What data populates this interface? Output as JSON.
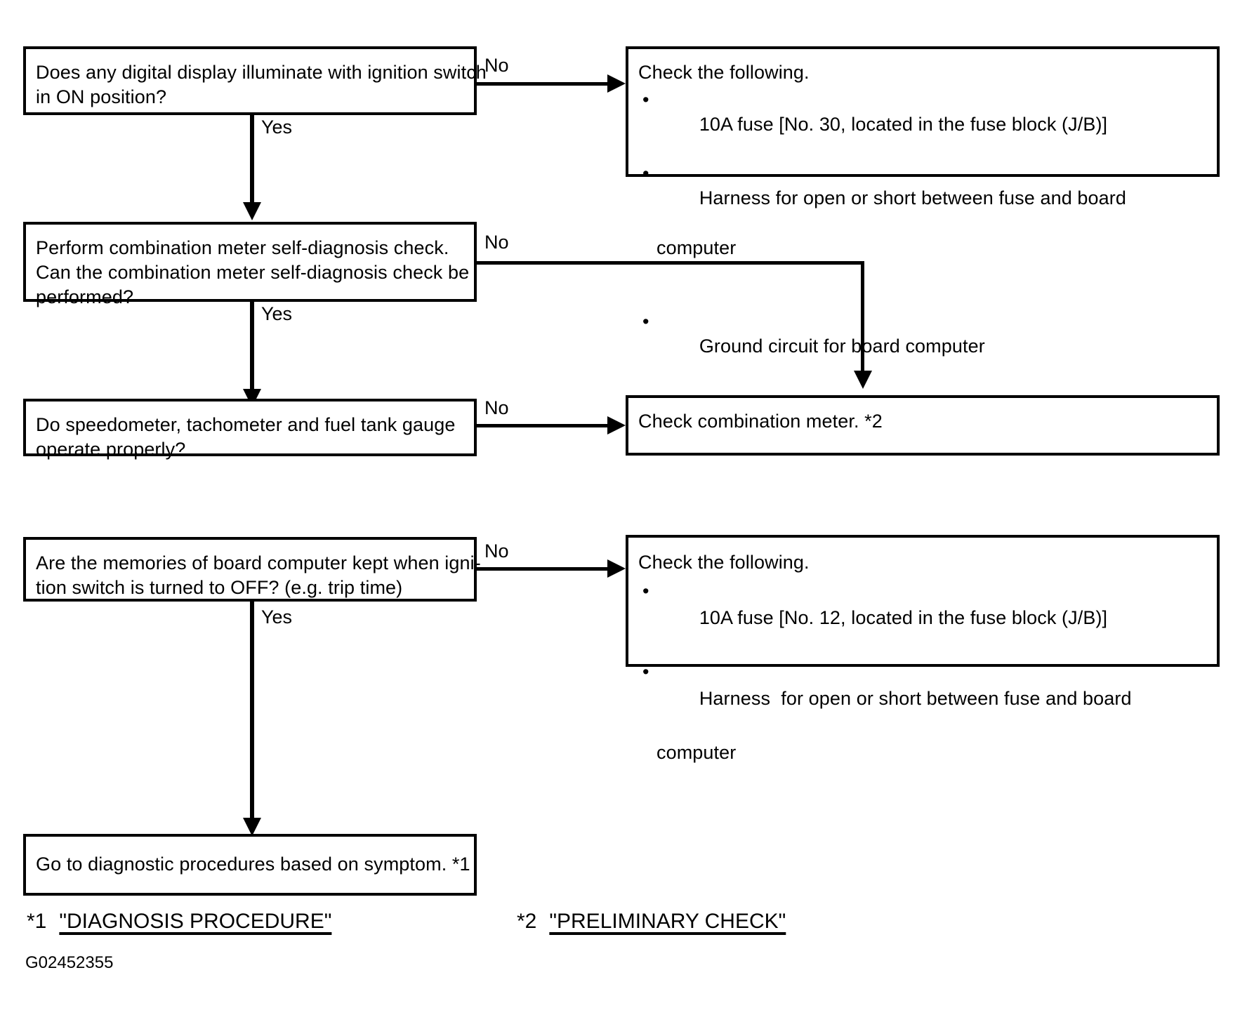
{
  "diagram": {
    "figure_code": "G02452355",
    "nodes": {
      "q1": {
        "lines": [
          "Does any digital display illuminate with ignition switch",
          "in ON position?"
        ]
      },
      "q1_no_action": {
        "heading": "Check the following.",
        "bullets": [
          {
            "text": "10A fuse [No. 30, located in the fuse block (J/B)]"
          },
          {
            "text": "Harness for open or short between fuse and board",
            "cont": "computer"
          },
          {
            "text": "Ground circuit for board computer"
          }
        ]
      },
      "q2": {
        "lines": [
          "Perform combination meter self-diagnosis check.",
          "Can the combination meter self-diagnosis check be",
          "performed?"
        ]
      },
      "q3": {
        "lines": [
          "Do speedometer, tachometer and fuel tank gauge",
          "operate properly?"
        ]
      },
      "check_meter": {
        "lines": [
          "Check combination meter. *2"
        ]
      },
      "q4": {
        "lines": [
          "Are the memories of board computer kept when igni-",
          "tion switch is turned to OFF? (e.g. trip time)"
        ]
      },
      "q4_no_action": {
        "heading": "Check the following.",
        "bullets": [
          {
            "text": "10A fuse [No. 12, located in the fuse block (J/B)]"
          },
          {
            "text": "Harness  for open or short between fuse and board",
            "cont": "computer"
          }
        ]
      },
      "goto_diag": {
        "lines": [
          "Go to diagnostic procedures based on symptom. *1"
        ]
      }
    },
    "edges": {
      "q1_no": "No",
      "q1_yes": "Yes",
      "q2_no": "No",
      "q2_yes": "Yes",
      "q3_no": "No",
      "q4_no": "No",
      "q4_yes": "Yes"
    },
    "footnotes": [
      {
        "mark": "*1",
        "ref": "\"DIAGNOSIS PROCEDURE\""
      },
      {
        "mark": "*2",
        "ref": "\"PRELIMINARY CHECK\""
      }
    ]
  }
}
